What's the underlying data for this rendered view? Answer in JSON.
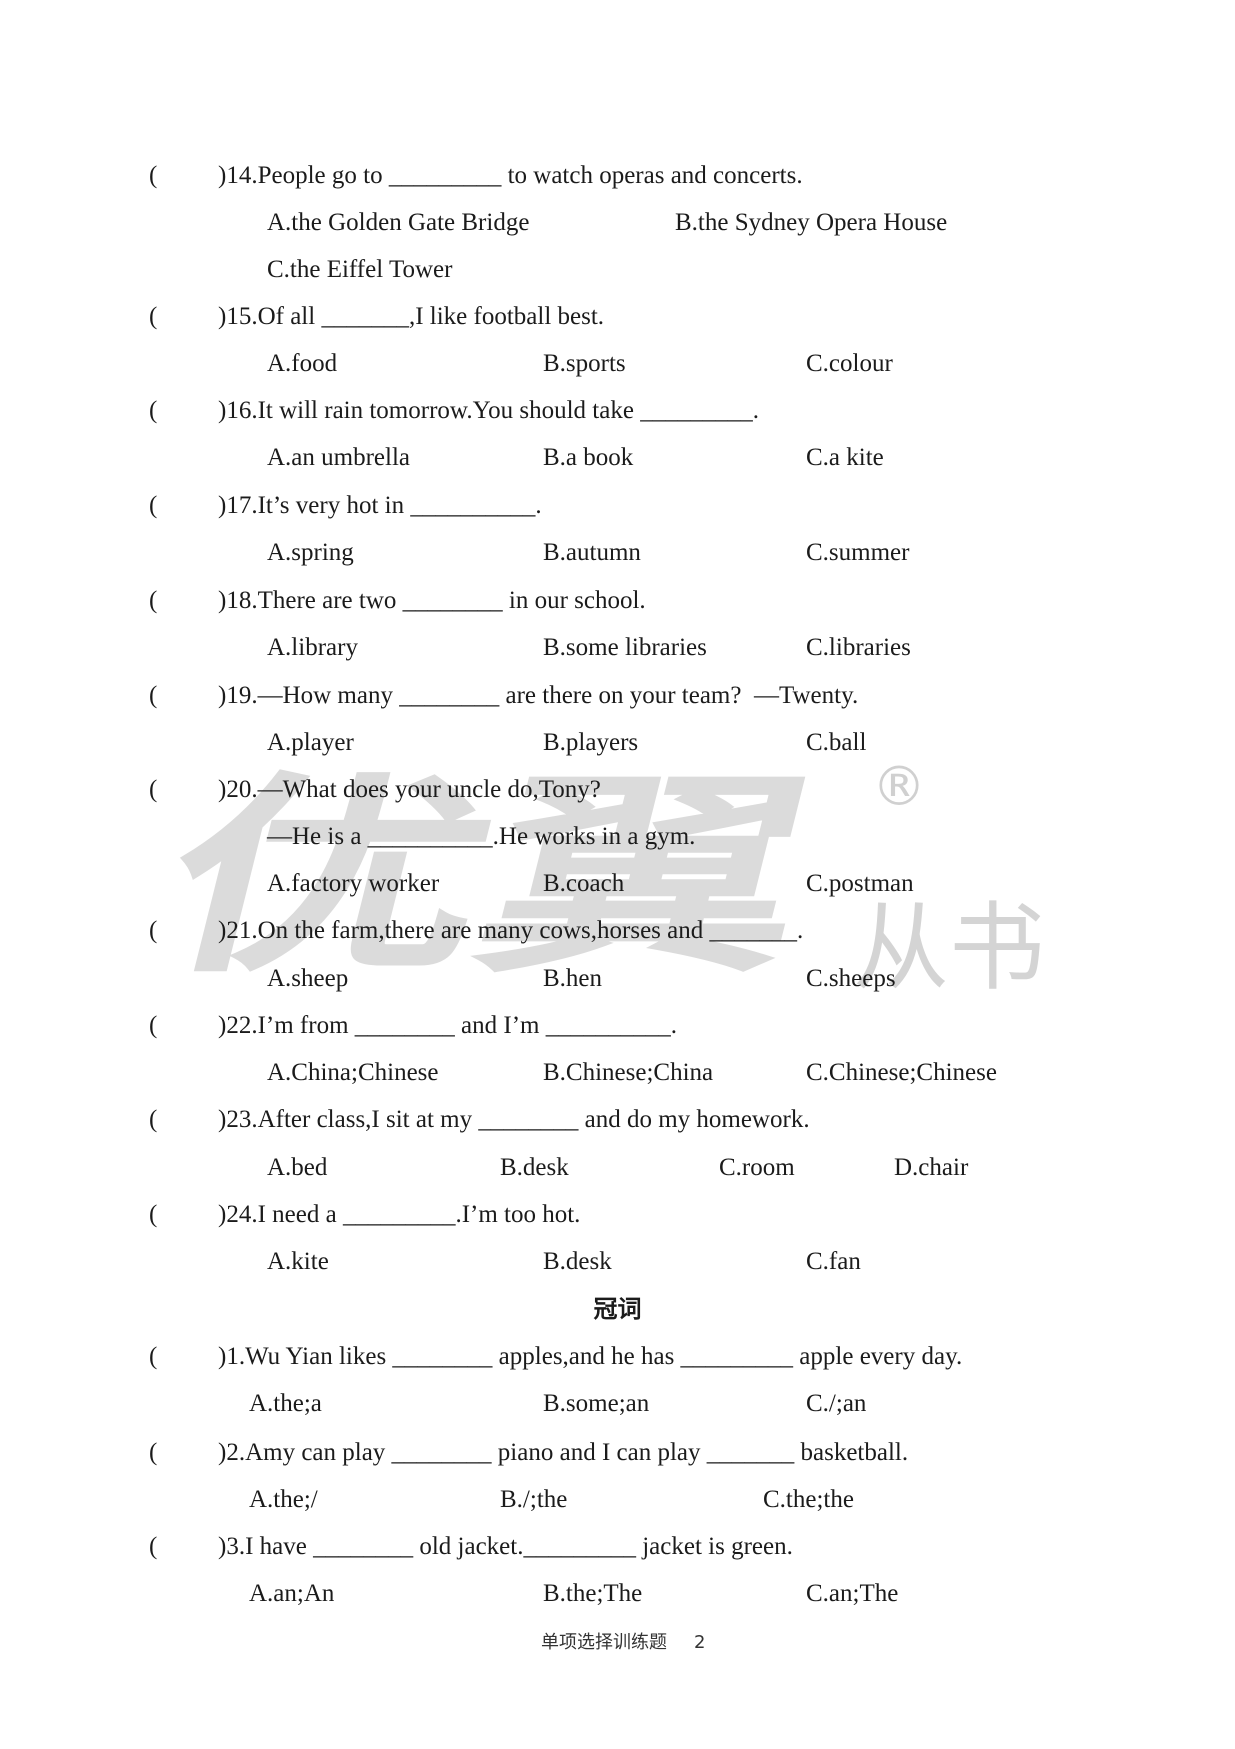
{
  "questions": [
    {
      "bracket": "(",
      "stem": ")14.People go to _________ to watch operas and concerts.",
      "options": [
        "A.the Golden Gate Bridge",
        "B.the Sydney Opera House",
        "C.the Eiffel Tower"
      ]
    },
    {
      "bracket": "(",
      "stem": ")15.Of all _______,I like football best.",
      "options": [
        "A.food",
        "B.sports",
        "C.colour"
      ]
    },
    {
      "bracket": "(",
      "stem": ")16.It will rain tomorrow.You should take _________.",
      "options": [
        "A.an umbrella",
        "B.a book",
        "C.a kite"
      ]
    },
    {
      "bracket": "(",
      "stem": ")17.It’s very hot in __________.",
      "options": [
        "A.spring",
        "B.autumn",
        "C.summer"
      ]
    },
    {
      "bracket": "(",
      "stem": ")18.There are two ________ in our school.",
      "options": [
        "A.library",
        "B.some libraries",
        "C.libraries"
      ]
    },
    {
      "bracket": "(",
      "stem": ")19.—How many ________ are there on your team?  —Twenty.",
      "options": [
        "A.player",
        "B.players",
        "C.ball"
      ]
    },
    {
      "bracket": "(",
      "stem": ")20.—What does your uncle do,Tony?",
      "stem_line2": "—He is a __________.He works in a gym.",
      "options": [
        "A.factory worker",
        "B.coach",
        "C.postman"
      ]
    },
    {
      "bracket": "(",
      "stem": ")21.On the farm,there are many cows,horses and _______.",
      "options": [
        "A.sheep",
        "B.hen",
        "C.sheeps"
      ]
    },
    {
      "bracket": "(",
      "stem": ")22.I’m from ________ and I’m __________.",
      "options": [
        "A.China;Chinese",
        "B.Chinese;China",
        "C.Chinese;Chinese"
      ]
    },
    {
      "bracket": "(",
      "stem": ")23.After class,I sit at my ________ and do my homework.",
      "options": [
        "A.bed",
        "B.desk",
        "C.room",
        "D.chair"
      ]
    },
    {
      "bracket": "(",
      "stem": ")24.I need a _________.I’m too hot.",
      "options": [
        "A.kite",
        "B.desk",
        "C.fan"
      ]
    }
  ],
  "articles": {
    "heading": "冠词",
    "questions": [
      {
        "bracket": "(",
        "stem": ")1.Wu Yian likes ________ apples,and he has _________ apple every day.",
        "options": [
          "A.the;a",
          "B.some;an",
          "C./;an"
        ]
      },
      {
        "bracket": "(",
        "stem": ")2.Amy can play ________ piano and I can play _______ basketball.",
        "options": [
          "A.the;/",
          "B./;the",
          "C.the;the"
        ]
      },
      {
        "bracket": "(",
        "stem": ")3.I have ________ old jacket._________ jacket is green.",
        "options": [
          "A.an;An",
          "B.the;The",
          "C.an;The"
        ]
      }
    ]
  },
  "footer": {
    "title": "单项选择训练题",
    "page": "2"
  },
  "watermark": {
    "logo": "优翼",
    "registered_mark": "®",
    "series": "从书"
  }
}
